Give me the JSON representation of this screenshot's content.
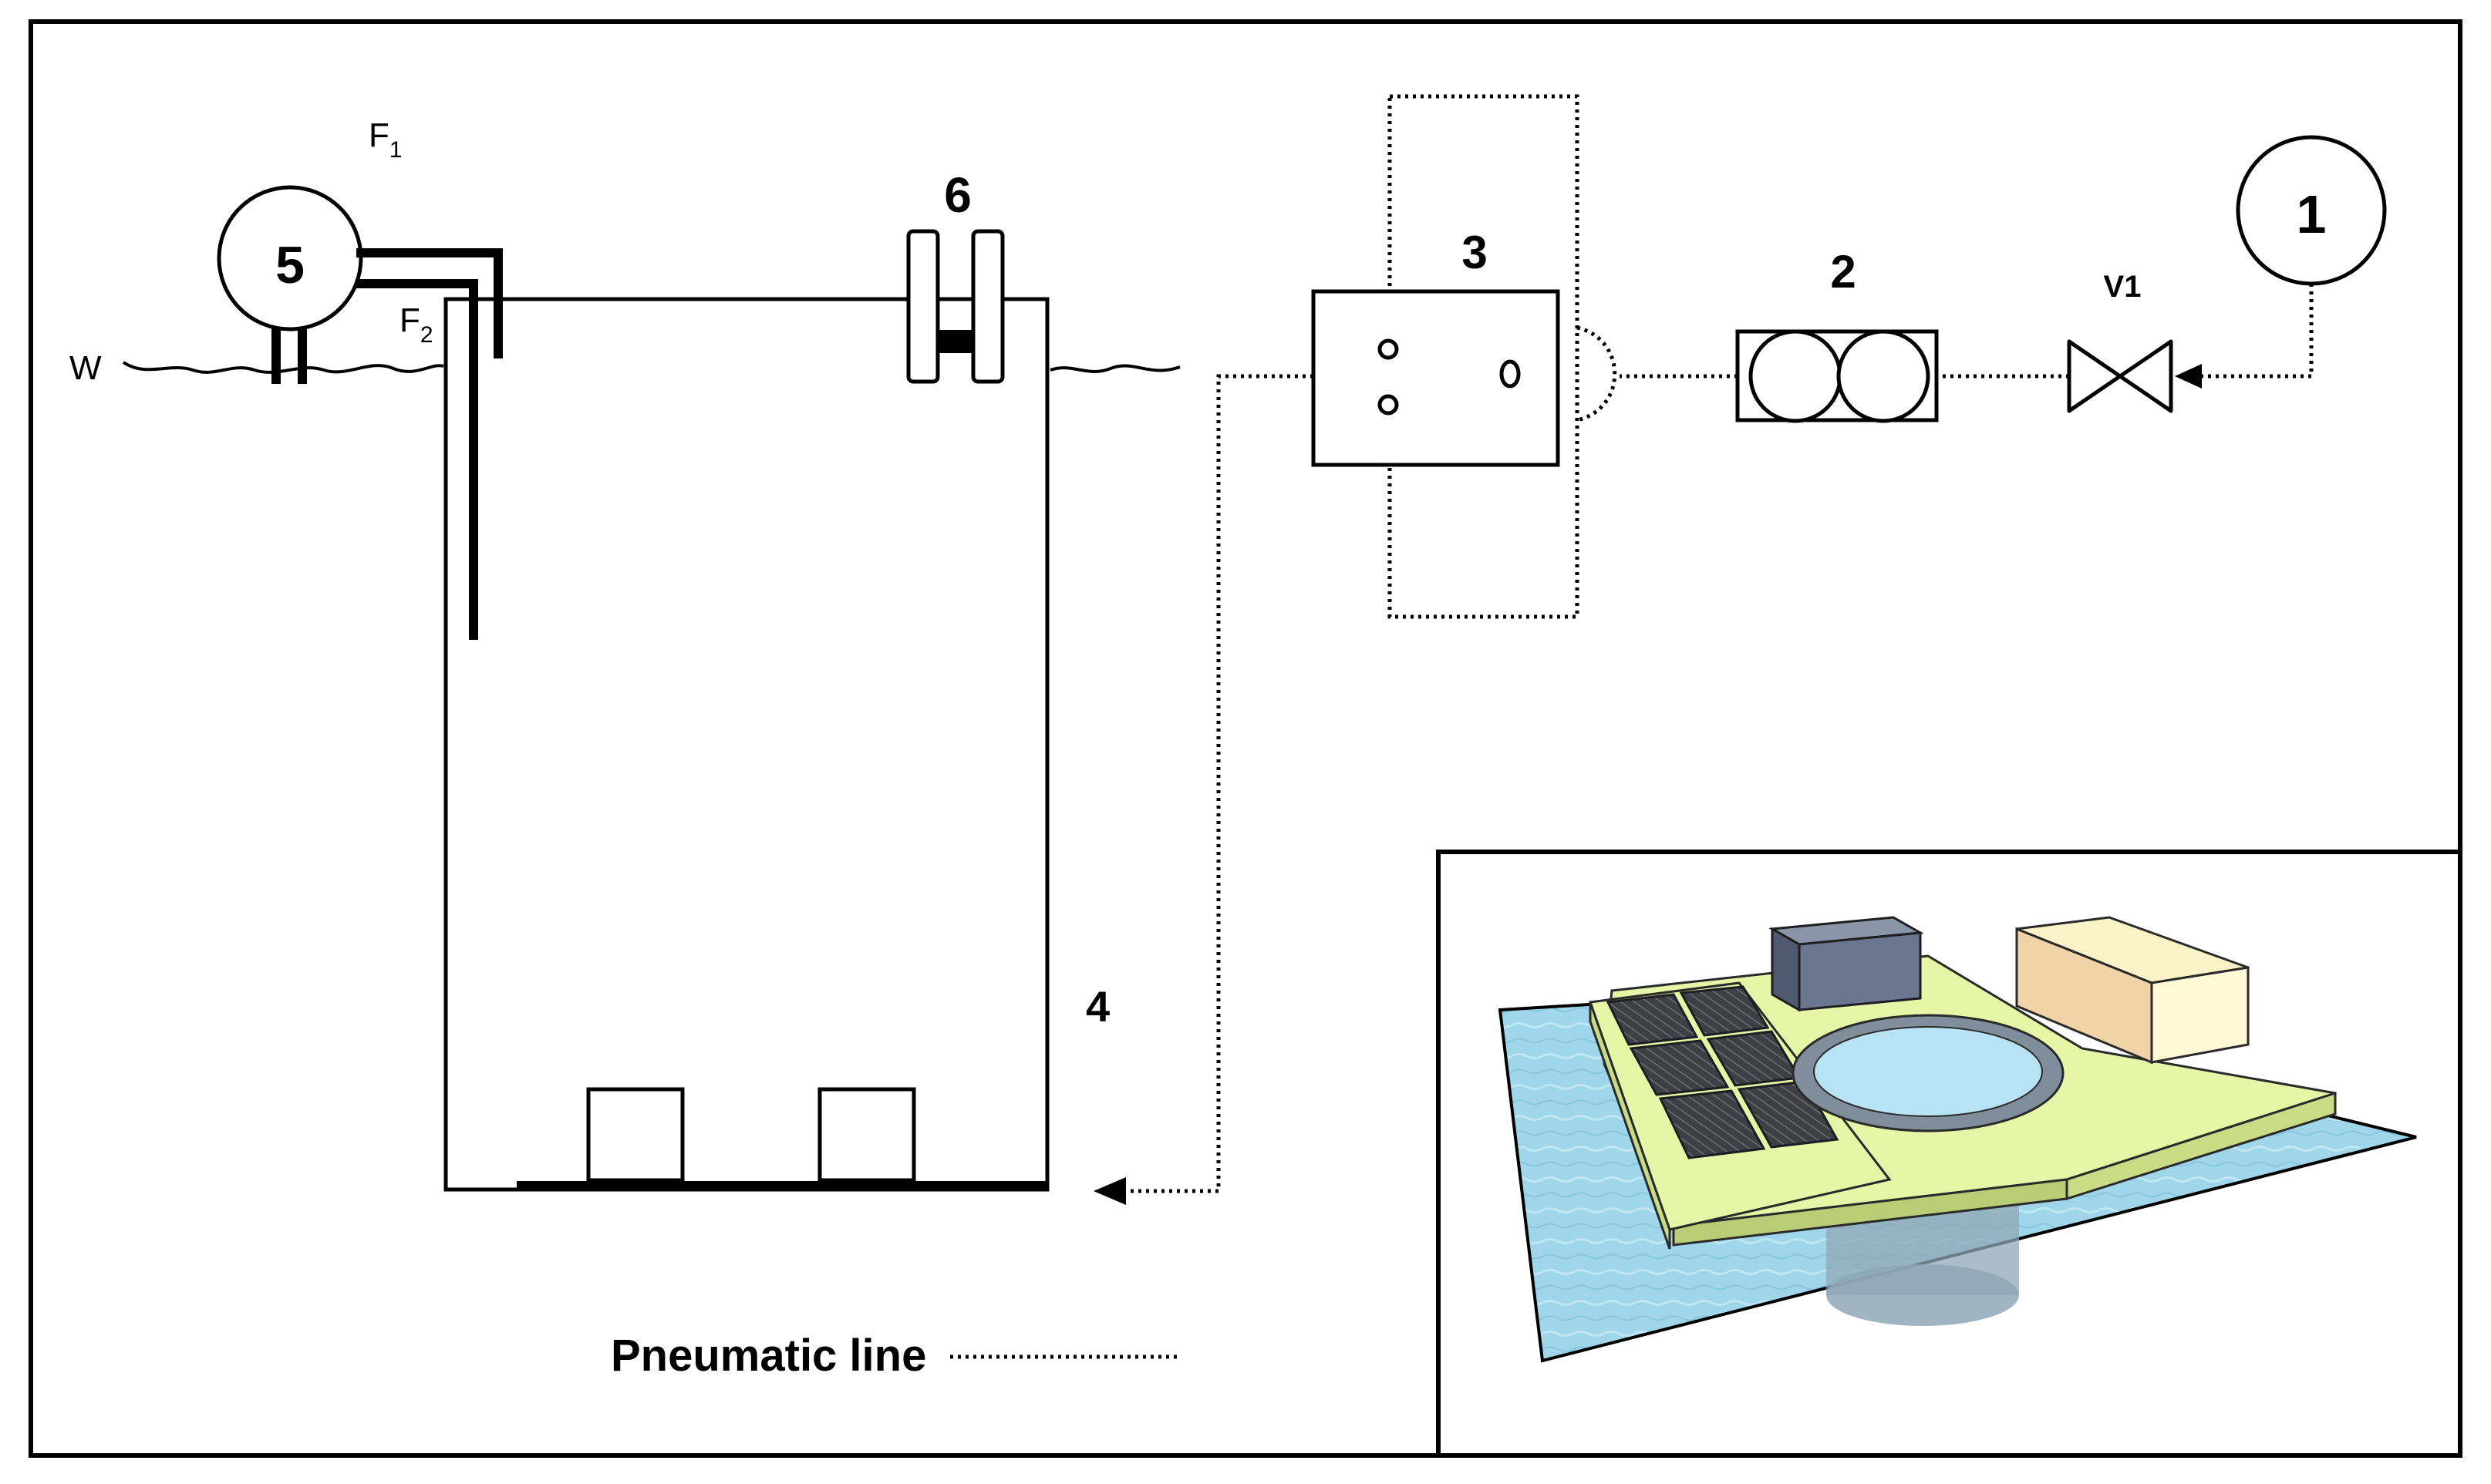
{
  "labels": {
    "source": "1",
    "compressor": "2",
    "controller": "3",
    "tank": "4",
    "sensor": "5",
    "floater": "6",
    "valve": "V1",
    "water": "W",
    "flow_1_letter": "F",
    "flow_1_sub": "1",
    "flow_2_letter": "F",
    "flow_2_sub": "2"
  },
  "legend": {
    "text": "Pneumatic line"
  },
  "inset": {
    "description_icon": "floating-platform-3d-render"
  }
}
